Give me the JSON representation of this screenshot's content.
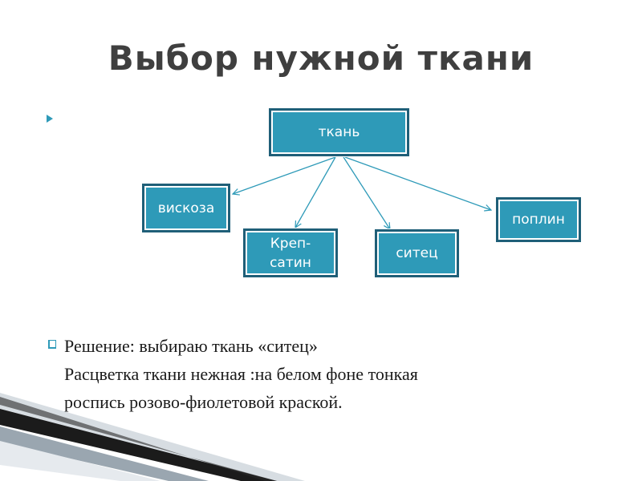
{
  "slide": {
    "title": "Выбор нужной ткани"
  },
  "diagram": {
    "root": "ткань",
    "children": [
      "вискоза",
      "Креп-\nсатин",
      "ситец",
      "поплин"
    ],
    "child_one_line": [
      "вискоза",
      "Креп-",
      "сатин",
      "ситец",
      "поплин"
    ]
  },
  "body": {
    "line1": "Решение: выбираю ткань «ситец»",
    "line2": "Расцветка ткани нежная :на белом фоне тонкая",
    "line3": "роспись розово-фиолетовой краской."
  },
  "colors": {
    "node_fill": "#2e9ab8",
    "node_border": "#1f5f78",
    "title_text": "#3f3f3f",
    "bullet_accent": "#2e9ab8"
  }
}
